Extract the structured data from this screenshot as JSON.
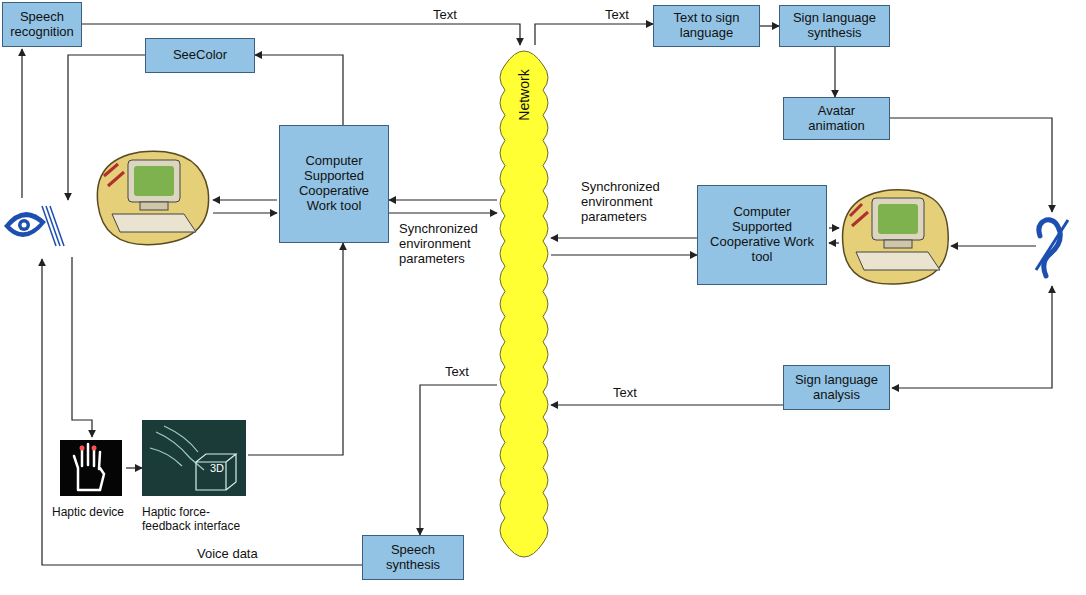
{
  "diagram": {
    "nodes": [
      {
        "text": [
          "Speech recognition"
        ]
      },
      {
        "text": [
          "SeeColor"
        ]
      },
      {
        "text": [
          "Computer Supported Cooperative Work tool"
        ]
      },
      {
        "text": [
          "Network"
        ]
      },
      {
        "text": [
          "Text to sign language"
        ]
      },
      {
        "text": [
          "Sign language synthesis"
        ]
      },
      {
        "text": [
          "Avatar animation"
        ]
      },
      {
        "text": [
          "Computer Supported Cooperative Work tool"
        ]
      },
      {
        "text": [
          "Sign language analysis"
        ]
      },
      {
        "text": [
          "Haptic device"
        ]
      },
      {
        "text": [
          "Haptic force-feedback interface"
        ]
      },
      {
        "text": [
          "Speech synthesis"
        ]
      }
    ],
    "edges": [
      {
        "from": 0,
        "to": 3,
        "label": "Text",
        "arrow": "to"
      },
      {
        "from": 3,
        "to": 4,
        "label": "Text",
        "arrow": "to"
      },
      {
        "from": 4,
        "to": 5,
        "arrow": "to"
      },
      {
        "from": 5,
        "to": 6,
        "arrow": "to"
      },
      {
        "from": 2,
        "to": 1,
        "arrow": "to"
      },
      {
        "from": 3,
        "to": 2,
        "arrow": "to"
      },
      {
        "from": 2,
        "to": 3,
        "label": "Synchronized environment parameters",
        "arrow": "to"
      },
      {
        "from": 7,
        "to": 3,
        "label": "Synchronized environment parameters",
        "arrow": "to"
      },
      {
        "from": 3,
        "to": 7,
        "arrow": "to"
      },
      {
        "from": 9,
        "to": 10,
        "arrow": "to"
      },
      {
        "from": 10,
        "to": 2,
        "arrow": "to"
      },
      {
        "from": 8,
        "to": 3,
        "label": "Text",
        "arrow": "to"
      },
      {
        "from": 3,
        "to": 11,
        "label": "Text",
        "arrow": "to"
      }
    ],
    "labels": [
      "Voice data",
      "3D"
    ]
  }
}
